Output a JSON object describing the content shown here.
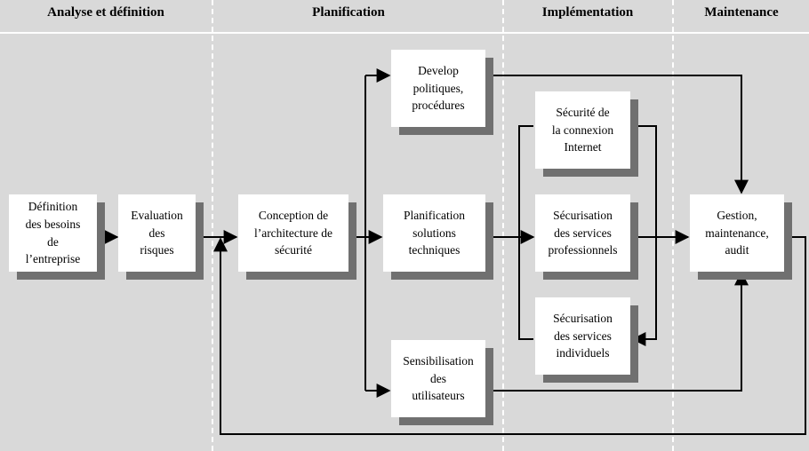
{
  "phases": {
    "analyse": "Analyse et définition",
    "planification": "Planification",
    "implementation": "Implémentation",
    "maintenance": "Maintenance"
  },
  "boxes": {
    "definition": "Définition\ndes besoins\nde\nl’entreprise",
    "evaluation": "Evaluation\ndes\nrisques",
    "conception": "Conception de\nl’architecture de\nsécurité",
    "develop": "Develop\npolitiques,\nprocédures",
    "planif_solutions": "Planification\nsolutions\ntechniques",
    "sensibilisation": "Sensibilisation\ndes\nutilisateurs",
    "securite_connexion": "Sécurité de\nla connexion\nInternet",
    "securisation_pro": "Sécurisation\ndes services\nprofessionnels",
    "securisation_ind": "Sécurisation\ndes services\nindividuels",
    "gestion": "Gestion,\nmaintenance,\naudit"
  },
  "colors": {
    "background": "#d9d9d9",
    "box": "#ffffff",
    "shadow": "#707070",
    "line": "#000000"
  }
}
